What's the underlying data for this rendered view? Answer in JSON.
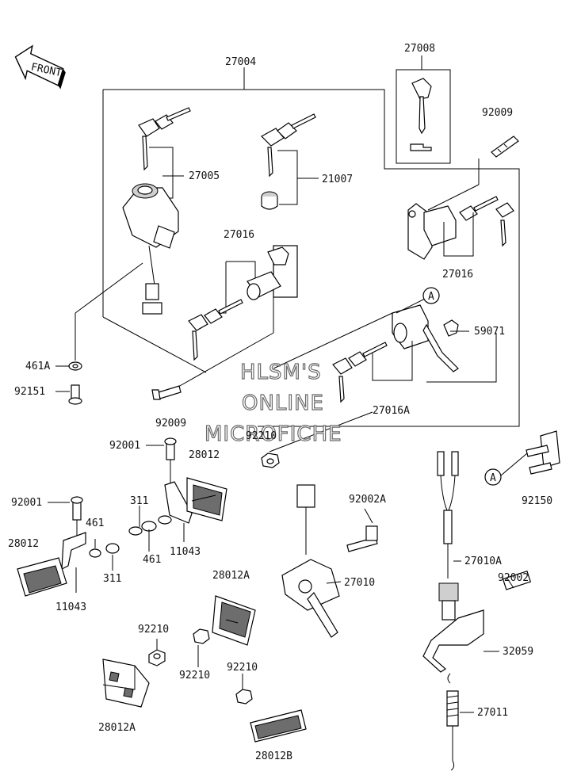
{
  "watermark": [
    "HLSM'S",
    "ONLINE",
    "MICROFICHE"
  ],
  "front_arrow_label": "FRONT",
  "callouts": {
    "c27004": "27004",
    "c27008": "27008",
    "c92009_top": "92009",
    "c27005": "27005",
    "c21007": "21007",
    "c27016_top": "27016",
    "c27016_right": "27016",
    "a_top": "A",
    "c59071": "59071",
    "c461A": "461A",
    "c92151": "92151",
    "c27016A": "27016A",
    "c92009_bot": "92009",
    "c92210_mid": "92210",
    "c92001_mid": "92001",
    "c28012_mid": "28012",
    "c92001_left": "92001",
    "c311_a": "311",
    "c461_a": "461",
    "c28012_left": "28012",
    "c461_b": "461",
    "c311_b": "311",
    "c11043_mid": "11043",
    "c11043_left": "11043",
    "c92002A": "92002A",
    "a_right": "A",
    "c92150": "92150",
    "c27010A": "27010A",
    "c27010": "27010",
    "c92002": "92002",
    "c28012A_mid": "28012A",
    "c32059": "32059",
    "c92210_l1": "92210",
    "c92210_l2": "92210",
    "c92210_l3": "92210",
    "c28012A_bot": "28012A",
    "c27011": "27011",
    "c28012B": "28012B"
  }
}
